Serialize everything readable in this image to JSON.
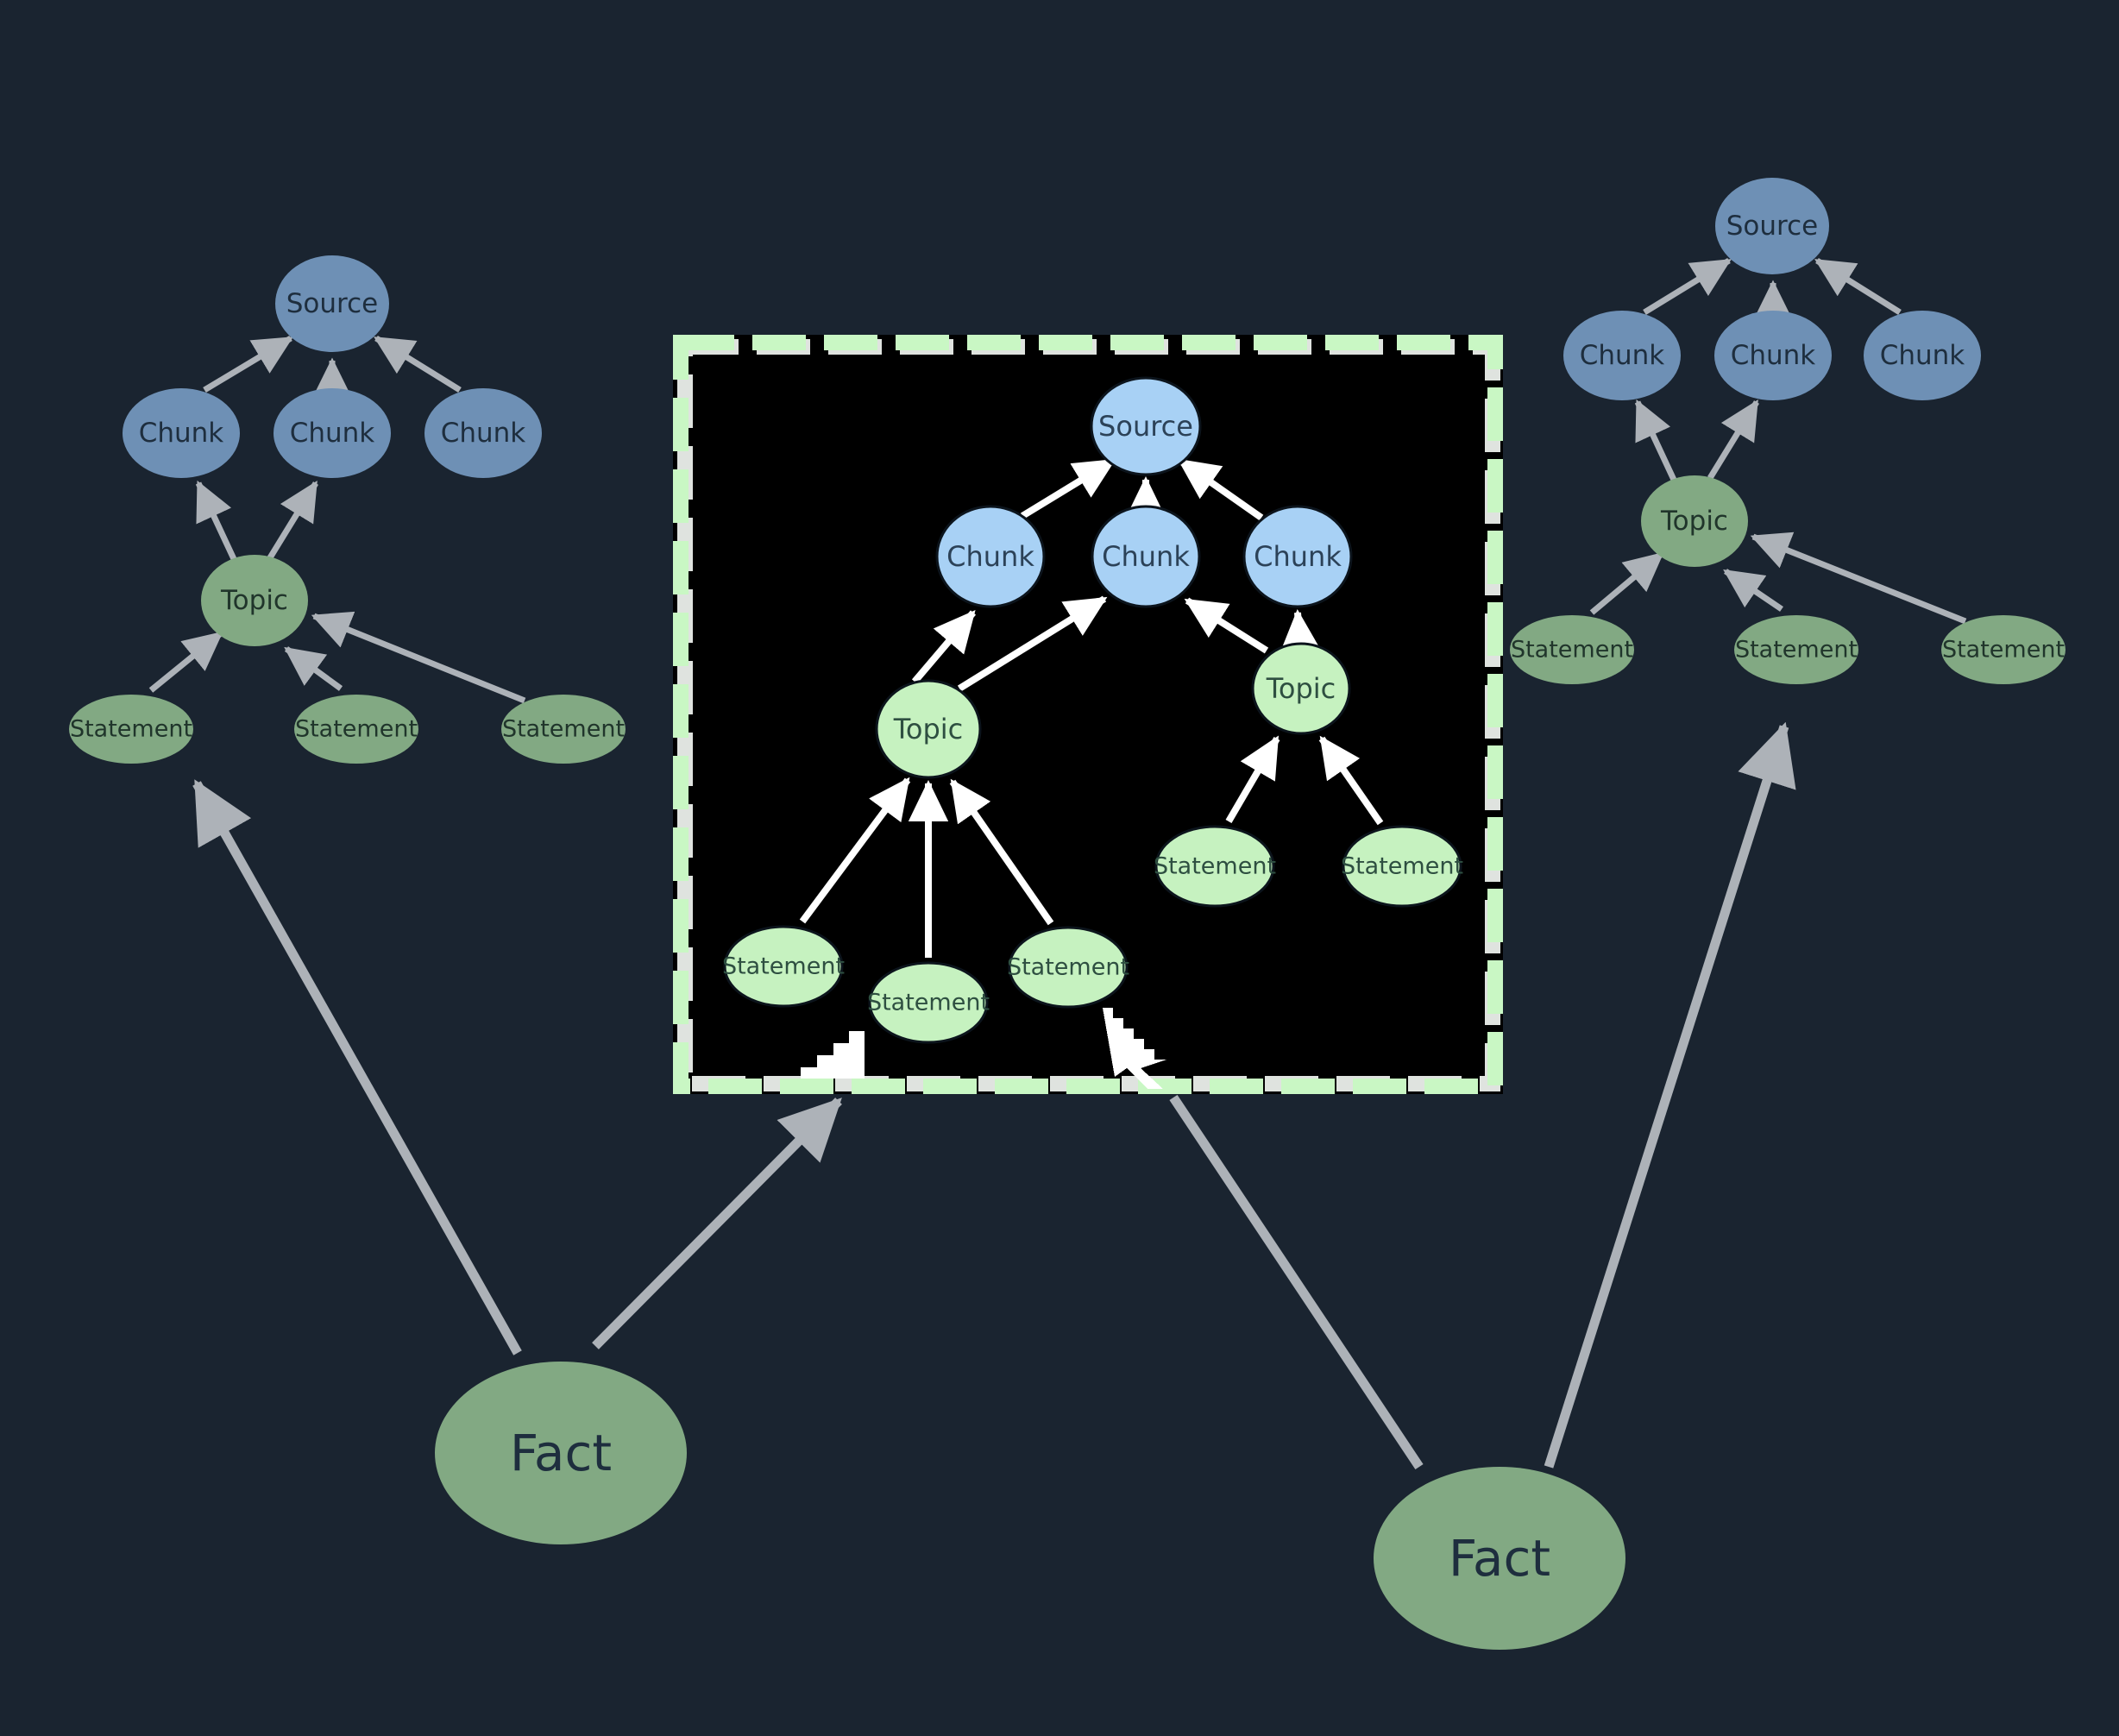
{
  "colors": {
    "background": "#1a2430",
    "muted_blue_node": "#6e90b5",
    "muted_green_node": "#82a983",
    "bright_blue_node": "#a8d1f5",
    "bright_green_node": "#c6f2c0",
    "gray_arrow": "#adb2b8",
    "white_arrow": "#ffffff",
    "highlight_box_background": "#000000",
    "highlight_box_border": "#c9f7c4",
    "highlight_box_border_shadow": "#dfe3df",
    "node_text_dark": "#1e2e3e"
  },
  "left_tree": {
    "source": "Source",
    "chunks": [
      "Chunk",
      "Chunk",
      "Chunk"
    ],
    "topic": "Topic",
    "statements": [
      "Statement",
      "Statement",
      "Statement"
    ]
  },
  "highlight_box": {
    "source": "Source",
    "chunks": [
      "Chunk",
      "Chunk",
      "Chunk"
    ],
    "topics": [
      "Topic",
      "Topic"
    ],
    "statements": [
      "Statement",
      "Statement",
      "Statement",
      "Statement",
      "Statement"
    ]
  },
  "right_tree": {
    "source": "Source",
    "chunks": [
      "Chunk",
      "Chunk",
      "Chunk"
    ],
    "topic": "Topic",
    "statements": [
      "Statement",
      "Statement",
      "Statement"
    ]
  },
  "facts": [
    "Fact",
    "Fact"
  ]
}
